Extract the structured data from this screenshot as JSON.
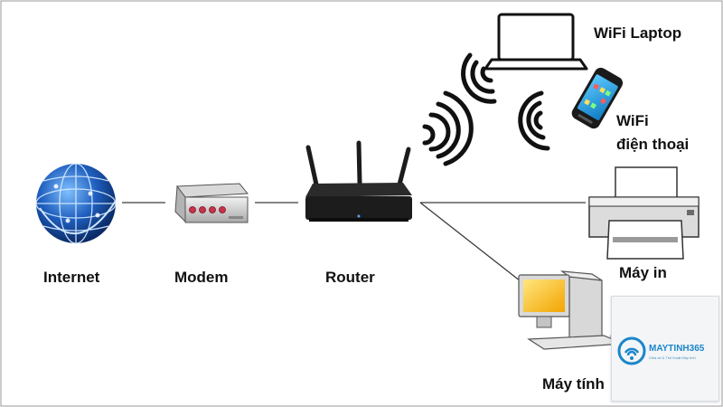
{
  "nodes": {
    "internet": "Internet",
    "modem": "Modem",
    "router": "Router",
    "wifi_laptop": "WiFi Laptop",
    "wifi_phone_line1": "WiFi",
    "wifi_phone_line2": "điện thoại",
    "printer": "Máy in",
    "computer": "Máy tính"
  },
  "logo": {
    "brand": "MAYTINH365",
    "tagline": "Chia sẻ & Thủ thuật Máy tính"
  },
  "colors": {
    "line": "#3a3a3a",
    "router_body": "#1c1c1c",
    "globe_blue": "#1f5fbf",
    "brand_blue": "#1b86c9",
    "modem_lights": "#c8324a",
    "phone_screen": "#29a0e0"
  },
  "icons": [
    "globe-icon",
    "modem-icon",
    "router-icon",
    "laptop-icon",
    "phone-icon",
    "printer-icon",
    "computer-icon",
    "wifi-signal-icon"
  ]
}
